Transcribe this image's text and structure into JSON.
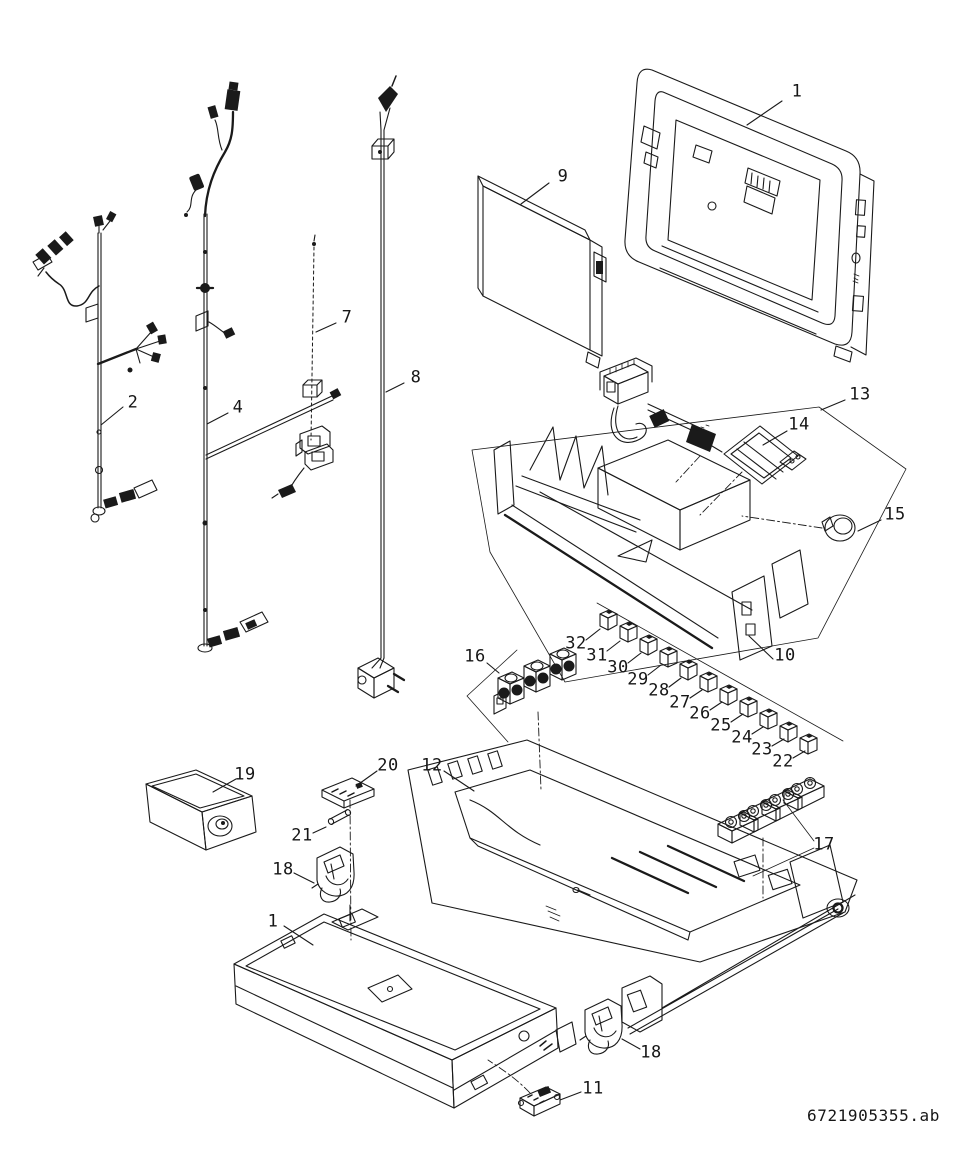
{
  "diagram": {
    "drawing_number": "6721905355.ab",
    "background": "#ffffff",
    "line_color": "#1a1a1a",
    "callouts": [
      {
        "label": "1"
      },
      {
        "label": "9"
      },
      {
        "label": "2"
      },
      {
        "label": "4"
      },
      {
        "label": "7"
      },
      {
        "label": "8"
      },
      {
        "label": "13"
      },
      {
        "label": "14"
      },
      {
        "label": "15"
      },
      {
        "label": "16"
      },
      {
        "label": "32"
      },
      {
        "label": "31"
      },
      {
        "label": "30"
      },
      {
        "label": "29"
      },
      {
        "label": "28"
      },
      {
        "label": "27"
      },
      {
        "label": "26"
      },
      {
        "label": "25"
      },
      {
        "label": "24"
      },
      {
        "label": "23"
      },
      {
        "label": "22"
      },
      {
        "label": "10"
      },
      {
        "label": "19"
      },
      {
        "label": "20"
      },
      {
        "label": "12"
      },
      {
        "label": "21"
      },
      {
        "label": "18"
      },
      {
        "label": "1"
      },
      {
        "label": "17"
      },
      {
        "label": "18"
      },
      {
        "label": "11"
      }
    ]
  }
}
